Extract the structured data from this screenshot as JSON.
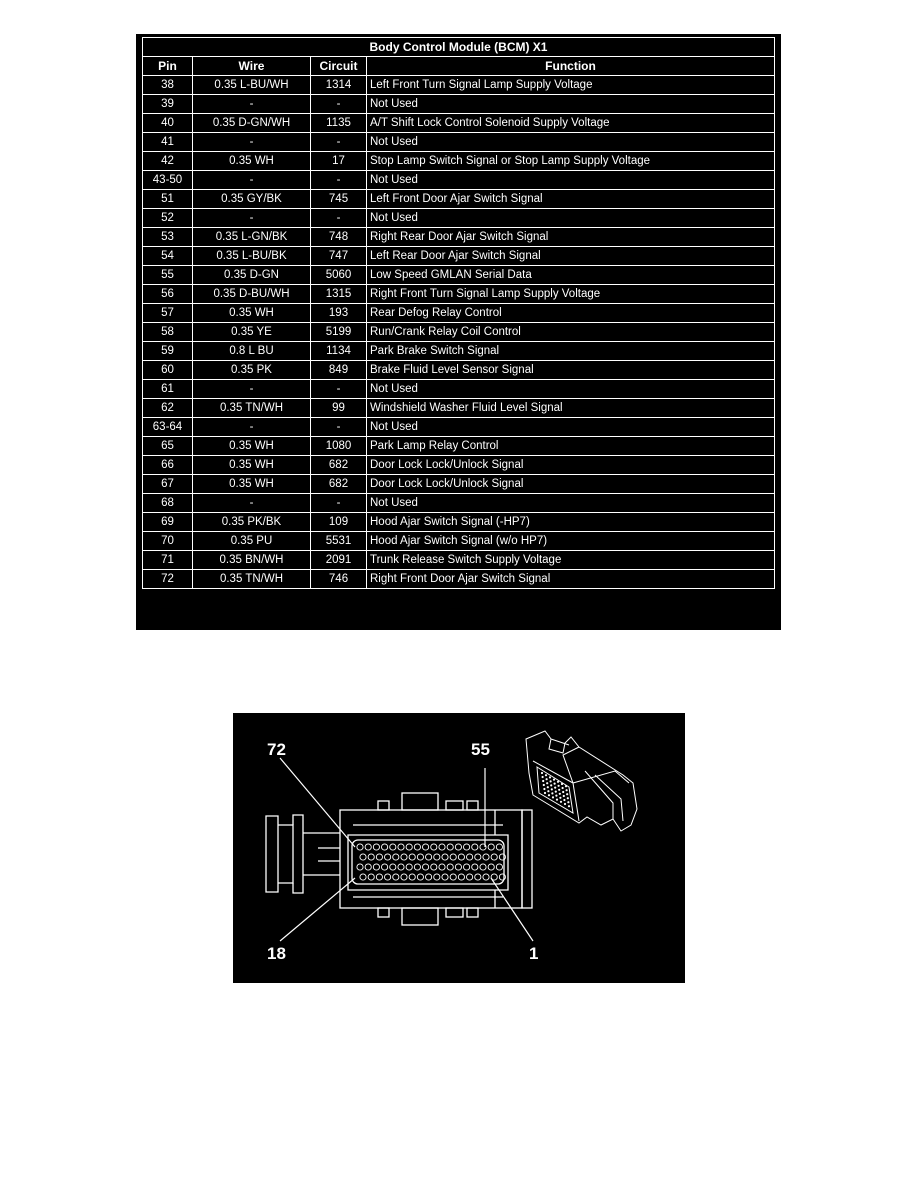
{
  "table": {
    "title": "Body Control Module (BCM) X1",
    "headers": {
      "pin": "Pin",
      "wire": "Wire",
      "circuit": "Circuit",
      "function": "Function"
    },
    "rows": [
      {
        "pin": "38",
        "wire": "0.35 L-BU/WH",
        "circuit": "1314",
        "function": "Left Front Turn Signal Lamp Supply Voltage"
      },
      {
        "pin": "39",
        "wire": "-",
        "circuit": "-",
        "function": "Not Used"
      },
      {
        "pin": "40",
        "wire": "0.35 D-GN/WH",
        "circuit": "1135",
        "function": "A/T Shift Lock Control Solenoid Supply Voltage"
      },
      {
        "pin": "41",
        "wire": "-",
        "circuit": "-",
        "function": "Not Used"
      },
      {
        "pin": "42",
        "wire": "0.35 WH",
        "circuit": "17",
        "function": "Stop Lamp Switch Signal or Stop Lamp Supply Voltage"
      },
      {
        "pin": "43-50",
        "wire": "-",
        "circuit": "-",
        "function": "Not Used"
      },
      {
        "pin": "51",
        "wire": "0.35 GY/BK",
        "circuit": "745",
        "function": "Left Front Door Ajar Switch Signal"
      },
      {
        "pin": "52",
        "wire": "-",
        "circuit": "-",
        "function": "Not Used"
      },
      {
        "pin": "53",
        "wire": "0.35 L-GN/BK",
        "circuit": "748",
        "function": "Right Rear Door Ajar Switch Signal"
      },
      {
        "pin": "54",
        "wire": "0.35 L-BU/BK",
        "circuit": "747",
        "function": "Left Rear Door Ajar Switch Signal"
      },
      {
        "pin": "55",
        "wire": "0.35 D-GN",
        "circuit": "5060",
        "function": "Low Speed GMLAN Serial Data"
      },
      {
        "pin": "56",
        "wire": "0.35 D-BU/WH",
        "circuit": "1315",
        "function": "Right Front Turn Signal Lamp Supply Voltage"
      },
      {
        "pin": "57",
        "wire": "0.35 WH",
        "circuit": "193",
        "function": "Rear Defog Relay Control"
      },
      {
        "pin": "58",
        "wire": "0.35 YE",
        "circuit": "5199",
        "function": "Run/Crank Relay Coil Control"
      },
      {
        "pin": "59",
        "wire": "0.8 L BU",
        "circuit": "1134",
        "function": "Park Brake Switch Signal"
      },
      {
        "pin": "60",
        "wire": "0.35 PK",
        "circuit": "849",
        "function": "Brake Fluid Level Sensor Signal"
      },
      {
        "pin": "61",
        "wire": "-",
        "circuit": "-",
        "function": "Not Used"
      },
      {
        "pin": "62",
        "wire": "0.35 TN/WH",
        "circuit": "99",
        "function": "Windshield Washer Fluid Level Signal"
      },
      {
        "pin": "63-64",
        "wire": "-",
        "circuit": "-",
        "function": "Not Used"
      },
      {
        "pin": "65",
        "wire": "0.35 WH",
        "circuit": "1080",
        "function": "Park Lamp Relay Control"
      },
      {
        "pin": "66",
        "wire": "0.35 WH",
        "circuit": "682",
        "function": "Door Lock Lock/Unlock Signal"
      },
      {
        "pin": "67",
        "wire": "0.35 WH",
        "circuit": "682",
        "function": "Door Lock Lock/Unlock Signal"
      },
      {
        "pin": "68",
        "wire": "-",
        "circuit": "-",
        "function": "Not Used"
      },
      {
        "pin": "69",
        "wire": "0.35 PK/BK",
        "circuit": "109",
        "function": "Hood Ajar Switch Signal (-HP7)"
      },
      {
        "pin": "70",
        "wire": "0.35 PU",
        "circuit": "5531",
        "function": "Hood Ajar Switch Signal (w/o HP7)"
      },
      {
        "pin": "71",
        "wire": "0.35 BN/WH",
        "circuit": "2091",
        "function": "Trunk Release Switch Supply Voltage"
      },
      {
        "pin": "72",
        "wire": "0.35 TN/WH",
        "circuit": "746",
        "function": "Right Front Door Ajar Switch Signal"
      }
    ]
  },
  "connector": {
    "callouts": {
      "top_left": "72",
      "top_right": "55",
      "bottom_left": "18",
      "bottom_right": "1"
    }
  }
}
